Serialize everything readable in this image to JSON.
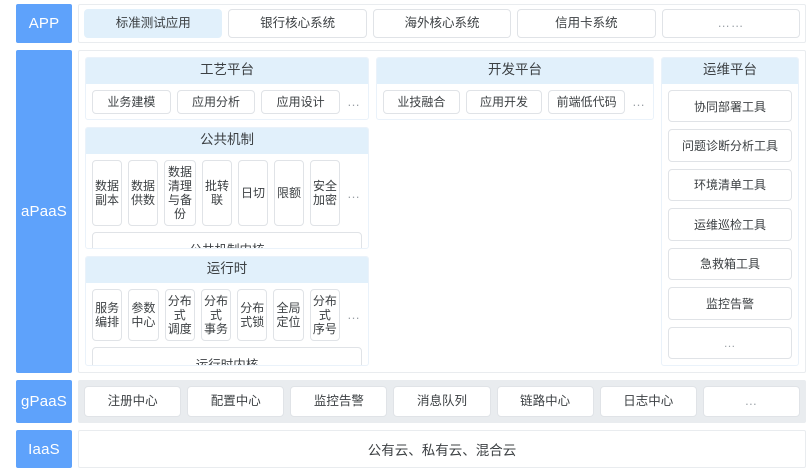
{
  "colors": {
    "band_label_bg": "#5EA2FB",
    "band_label_text": "#FFFFFF",
    "panel_header_bg": "#E1F0FB",
    "highlight_chip_bg": "#E1F0FB",
    "tile_border": "#E0E3E7",
    "gpaas_track_bg": "#E9ECEF",
    "text": "#3C4043",
    "muted_text": "#9AA0A6"
  },
  "bands": {
    "app": {
      "label": "APP",
      "items": [
        {
          "label": "标准测试应用",
          "highlight": true
        },
        {
          "label": "银行核心系统",
          "highlight": false
        },
        {
          "label": "海外核心系统",
          "highlight": false
        },
        {
          "label": "信用卡系统",
          "highlight": false
        },
        {
          "label": "……",
          "highlight": false,
          "dots": true
        }
      ]
    },
    "apaas": {
      "label": "aPaaS",
      "craft_platform": {
        "title": "工艺平台",
        "tiles": [
          "业务建模",
          "应用分析",
          "应用设计"
        ],
        "ellipsis": "…"
      },
      "common_mechanism": {
        "title": "公共机制",
        "tiles": [
          "数据副本",
          "数据供数",
          "数据清理\n与备份",
          "批转联",
          "日切",
          "限额",
          "安全加密"
        ],
        "ellipsis": "…",
        "kernel": "公共机制内核"
      },
      "runtime": {
        "title": "运行时",
        "tiles": [
          "服务编排",
          "参数中心",
          "分布式\n调度",
          "分布式\n事务",
          "分布式锁",
          "全局定位",
          "分布式\n序号"
        ],
        "ellipsis": "…",
        "kernel": "运行时内核"
      },
      "dev_platform": {
        "title": "开发平台",
        "tiles": [
          "业技融合",
          "应用开发",
          "前端低代码"
        ],
        "ellipsis": "…"
      },
      "ops_platform": {
        "title": "运维平台",
        "tiles": [
          "协同部署工具",
          "问题诊断分析工具",
          "环境清单工具",
          "运维巡检工具",
          "急救箱工具",
          "监控告警",
          "…"
        ]
      }
    },
    "gpaas": {
      "label": "gPaaS",
      "items": [
        "注册中心",
        "配置中心",
        "监控告警",
        "消息队列",
        "链路中心",
        "日志中心",
        "…"
      ]
    },
    "iaas": {
      "label": "IaaS",
      "text": "公有云、私有云、混合云"
    }
  }
}
